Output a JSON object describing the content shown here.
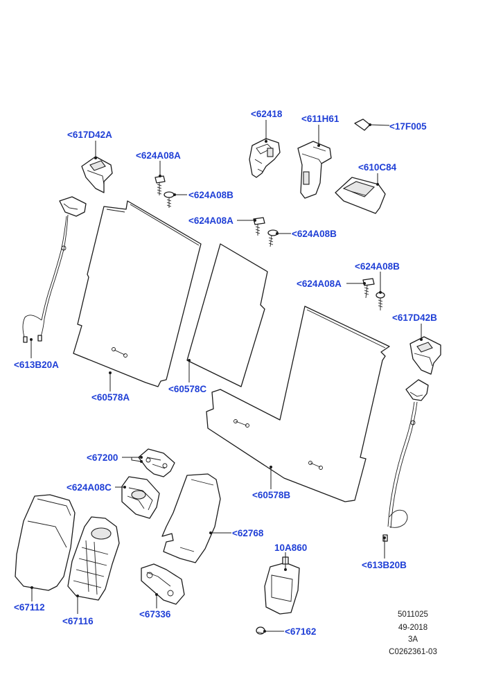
{
  "callouts": {
    "c62418": "<62418",
    "c611H61": "<611H61",
    "c17F005": "<17F005",
    "c617D42A": "<617D42A",
    "c624A08A_1": "<624A08A",
    "c624A08B_1": "<624A08B",
    "c610C84": "<610C84",
    "c624A08A_2": "<624A08A",
    "c624A08B_2": "<624A08B",
    "c624A08B_3": "<624A08B",
    "c624A08A_3": "<624A08A",
    "c617D42B": "<617D42B",
    "c613B20A": "<613B20A",
    "c60578C": "<60578C",
    "c60578A": "<60578A",
    "c67200": "<67200",
    "c624A08C": "<624A08C",
    "c62768": "<62768",
    "c60578B": "<60578B",
    "c10A860": "10A860",
    "c613B20B": "<613B20B",
    "c67112": "<67112",
    "c67116": "<67116",
    "c67336": "<67336",
    "c67162": "<67162"
  },
  "reference": {
    "line1": "5011025",
    "line2": "49-2018",
    "line3": "3A",
    "line4": "C0262361-03"
  },
  "colors": {
    "callout": "#1f3fd6",
    "line": "#1a1a1a"
  }
}
